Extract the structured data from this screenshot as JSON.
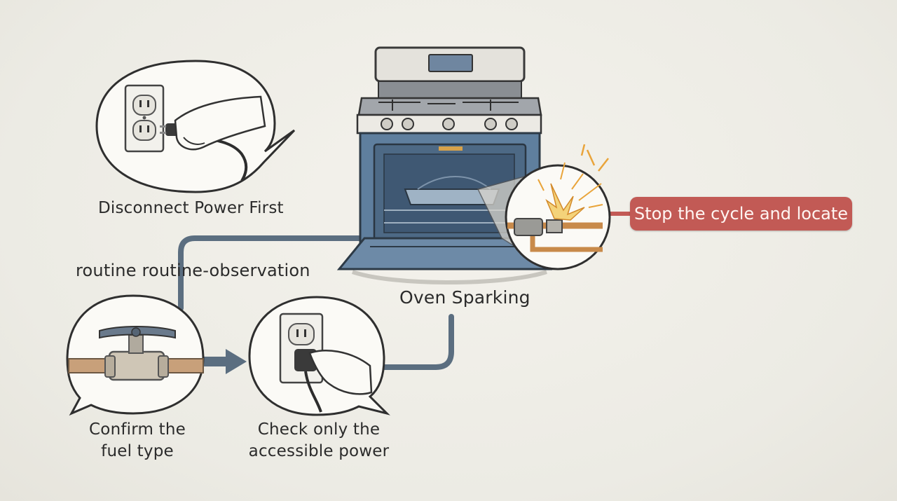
{
  "labels": {
    "disconnect": "Disconnect Power First",
    "routine": "routine routine-observation",
    "oven": "Oven Sparking",
    "confirm_line1": "Confirm the",
    "confirm_line2": "fuel type",
    "check_line1": "Check only the",
    "check_line2": "accessible power",
    "stop": "Stop the cycle and locate"
  },
  "colors": {
    "connector": "#5b6e80",
    "stop_pill": "#c25a55",
    "oven_body": "#5f7f9e",
    "ink": "#2b2b2b"
  },
  "icons": [
    "outlet-plug-icon",
    "gas-valve-icon",
    "outlet-press-icon",
    "oven-icon",
    "spark-icon"
  ]
}
